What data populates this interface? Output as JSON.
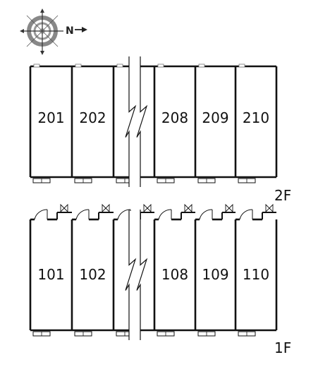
{
  "compass": {
    "label": "N",
    "icon": "compass-rose-icon"
  },
  "floors": [
    {
      "id": "2f",
      "label": "2F",
      "units": [
        {
          "number": "201",
          "has_entry_door": false
        },
        {
          "number": "202",
          "has_entry_door": false
        },
        {
          "number": "",
          "has_entry_door": false
        },
        {
          "number": "208",
          "has_entry_door": false
        },
        {
          "number": "209",
          "has_entry_door": false
        },
        {
          "number": "210",
          "has_entry_door": false
        }
      ]
    },
    {
      "id": "1f",
      "label": "1F",
      "units": [
        {
          "number": "101",
          "has_entry_door": true
        },
        {
          "number": "102",
          "has_entry_door": true
        },
        {
          "number": "",
          "has_entry_door": true
        },
        {
          "number": "108",
          "has_entry_door": true
        },
        {
          "number": "109",
          "has_entry_door": true
        },
        {
          "number": "110",
          "has_entry_door": true
        }
      ]
    }
  ],
  "colors": {
    "wall": "#111111",
    "compass_ring": "#888888",
    "compass_center": "#bbbbbb"
  },
  "icons": {
    "door": "door-swing-icon",
    "window": "window-icon",
    "balcony": "balcony-icon",
    "break": "break-line-icon"
  }
}
